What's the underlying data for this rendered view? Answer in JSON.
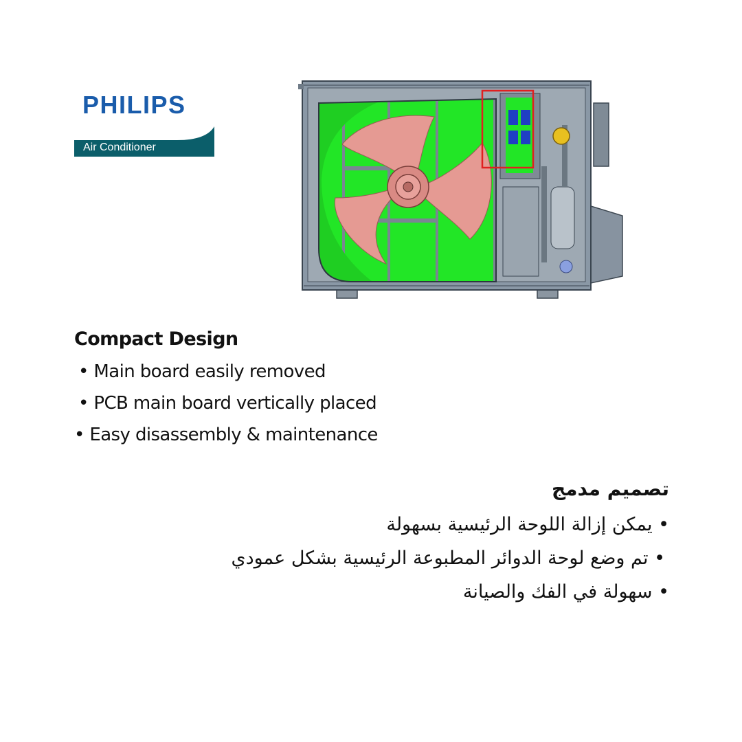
{
  "brand": {
    "name": "PHILIPS",
    "tagline": "Air Conditioner",
    "colors": {
      "wordmark": "#1a5cab",
      "band": "#0b5e6a"
    }
  },
  "illustration": {
    "subject": "outdoor unit cutaway",
    "colors": {
      "panel": "#22e626",
      "fan": "#e59a93",
      "casing": "#8a98a6",
      "highlight_box": "#e02020"
    }
  },
  "english": {
    "title": "Compact Design",
    "items": [
      "• Main board easily removed",
      "• PCB main board vertically placed",
      "• Easy disassembly & maintenance"
    ]
  },
  "arabic": {
    "title": "تصميم مدمج",
    "items": [
      "• يمكن إزالة اللوحة الرئيسية بسهولة",
      "• تم وضع لوحة الدوائر المطبوعة الرئيسية بشكل عمودي",
      "• سهولة في الفك والصيانة"
    ]
  }
}
